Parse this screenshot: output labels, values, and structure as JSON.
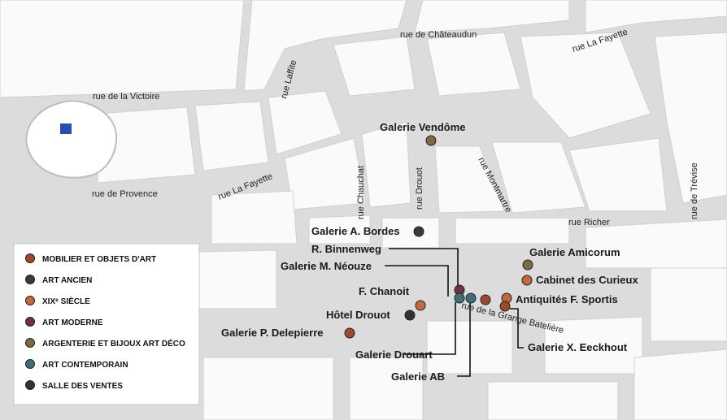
{
  "streets": {
    "chateaudun": "rue de Châteaudun",
    "lafayette_ne": "rue La Fayette",
    "laffitte": "rue Laffite",
    "victoire": "rue de la Victoire",
    "provence": "rue de Provence",
    "lafayette_w": "rue La Fayette",
    "chauchat": "rue Chauchat",
    "drouot": "rue Drouot",
    "montmartre": "rue Montmartre",
    "richer": "rue Richer",
    "trevise": "rue de Trévise",
    "grange_bateliere": "rue de la Grange Batelière"
  },
  "galleries": {
    "vendome": "Galerie Vendôme",
    "bordes": "Galerie A. Bordes",
    "binnenweg": "R. Binnenweg",
    "neouze": "Galerie M. Néouze",
    "chanoit": "F. Chanoit",
    "hotel_drouot": "Hôtel Drouot",
    "delepierre": "Galerie P. Delepierre",
    "drouart": "Galerie Drouart",
    "ab": "Galerie AB",
    "amicorum": "Galerie Amicorum",
    "curieux": "Cabinet des Curieux",
    "sportis": "Antiquités F. Sportis",
    "eeckhout": "Galerie X. Eeckhout"
  },
  "legend": [
    {
      "label": "MOBILIER ET OBJETS D'ART",
      "color": "#9b4a2c"
    },
    {
      "label": "ART ANCIEN",
      "color": "#3a3a3a"
    },
    {
      "label": "XIXᵉ SIÈCLE",
      "color": "#c2693a"
    },
    {
      "label": "ART MODERNE",
      "color": "#6e3148"
    },
    {
      "label": "ARGENTERIE ET BIJOUX ART DÉCO",
      "color": "#7d6a42"
    },
    {
      "label": "ART CONTEMPORAIN",
      "color": "#3f6f78"
    },
    {
      "label": "SALLE DES VENTES",
      "color": "#333333"
    }
  ],
  "colors": {
    "background": "#f4f4f4",
    "block": "#ffffff",
    "road": "#d9d9d9",
    "paris_marker": "#2a4db5"
  }
}
